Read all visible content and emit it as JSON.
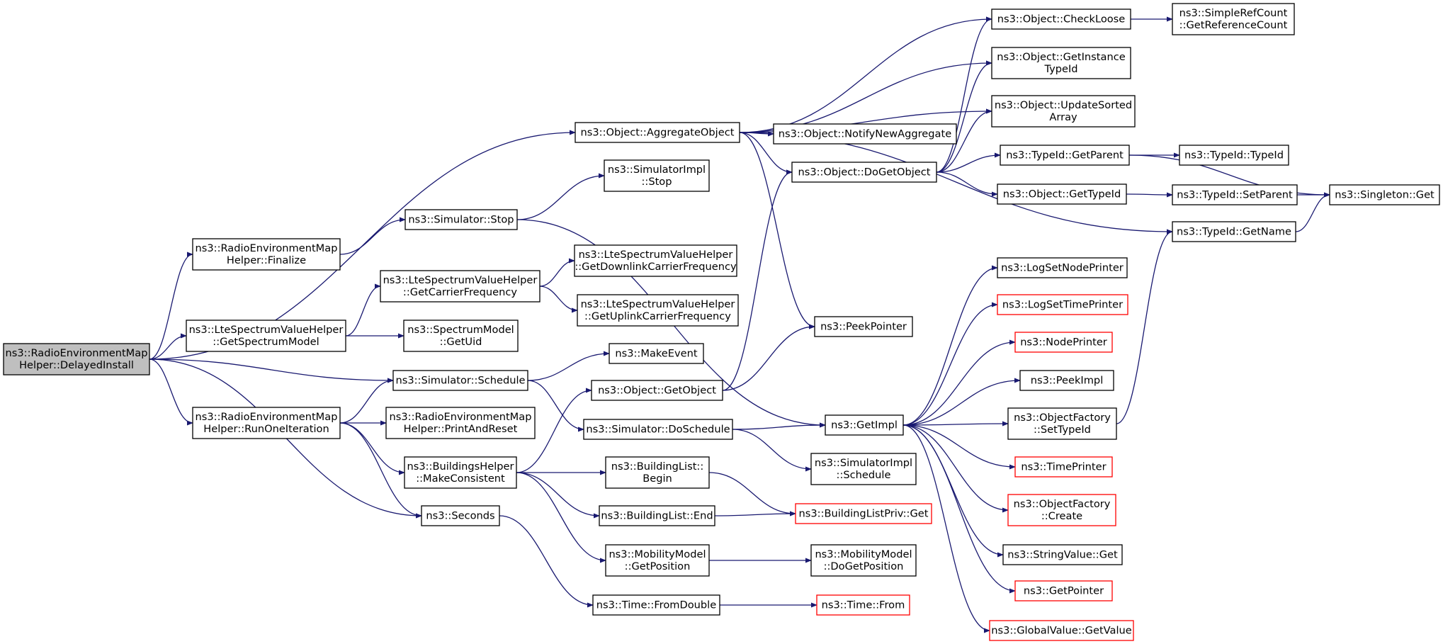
{
  "edge_color": "#191970",
  "node_border_normal": "#000000",
  "node_border_external": "#ff0000",
  "root_fill": "#bfbfbf",
  "nodes": {
    "root": {
      "lines": [
        "ns3::RadioEnvironmentMap",
        "Helper::DelayedInstall"
      ],
      "style": "root"
    },
    "aggregate": {
      "lines": [
        "ns3::Object::AggregateObject"
      ],
      "style": "normal"
    },
    "checkloose": {
      "lines": [
        "ns3::Object::CheckLoose"
      ],
      "style": "normal"
    },
    "getrefcount": {
      "lines": [
        "ns3::SimpleRefCount",
        "::GetReferenceCount"
      ],
      "style": "normal"
    },
    "getinstance": {
      "lines": [
        "ns3::Object::GetInstance",
        "TypeId"
      ],
      "style": "normal"
    },
    "updatesorted": {
      "lines": [
        "ns3::Object::UpdateSorted",
        "Array"
      ],
      "style": "normal"
    },
    "notifynew": {
      "lines": [
        "ns3::Object::NotifyNewAggregate"
      ],
      "style": "normal"
    },
    "dogetobject": {
      "lines": [
        "ns3::Object::DoGetObject"
      ],
      "style": "normal"
    },
    "typeidgetparent": {
      "lines": [
        "ns3::TypeId::GetParent"
      ],
      "style": "normal"
    },
    "typeidtypeid": {
      "lines": [
        "ns3::TypeId::TypeId"
      ],
      "style": "normal"
    },
    "objgettypeid": {
      "lines": [
        "ns3::Object::GetTypeId"
      ],
      "style": "normal"
    },
    "setparent": {
      "lines": [
        "ns3::TypeId::SetParent"
      ],
      "style": "normal"
    },
    "singletonget": {
      "lines": [
        "ns3::Singleton::Get"
      ],
      "style": "normal"
    },
    "getname": {
      "lines": [
        "ns3::TypeId::GetName"
      ],
      "style": "normal"
    },
    "simimplstop": {
      "lines": [
        "ns3::SimulatorImpl",
        "::Stop"
      ],
      "style": "normal"
    },
    "simstop": {
      "lines": [
        "ns3::Simulator::Stop"
      ],
      "style": "normal"
    },
    "finalize": {
      "lines": [
        "ns3::RadioEnvironmentMap",
        "Helper::Finalize"
      ],
      "style": "normal"
    },
    "getcarrier": {
      "lines": [
        "ns3::LteSpectrumValueHelper",
        "::GetCarrierFrequency"
      ],
      "style": "normal"
    },
    "getdownlink": {
      "lines": [
        "ns3::LteSpectrumValueHelper",
        "::GetDownlinkCarrierFrequency"
      ],
      "style": "normal"
    },
    "getuplink": {
      "lines": [
        "ns3::LteSpectrumValueHelper",
        "::GetUplinkCarrierFrequency"
      ],
      "style": "normal"
    },
    "getspectrum": {
      "lines": [
        "ns3::LteSpectrumValueHelper",
        "::GetSpectrumModel"
      ],
      "style": "normal"
    },
    "getuid": {
      "lines": [
        "ns3::SpectrumModel",
        "::GetUid"
      ],
      "style": "normal"
    },
    "peekpointer": {
      "lines": [
        "ns3::PeekPointer"
      ],
      "style": "normal"
    },
    "logsetnode": {
      "lines": [
        "ns3::LogSetNodePrinter"
      ],
      "style": "normal"
    },
    "logsettime": {
      "lines": [
        "ns3::LogSetTimePrinter"
      ],
      "style": "red"
    },
    "nodeprinter": {
      "lines": [
        "ns3::NodePrinter"
      ],
      "style": "red"
    },
    "makeevent": {
      "lines": [
        "ns3::MakeEvent"
      ],
      "style": "normal"
    },
    "schedule": {
      "lines": [
        "ns3::Simulator::Schedule"
      ],
      "style": "normal"
    },
    "getobject": {
      "lines": [
        "ns3::Object::GetObject"
      ],
      "style": "normal"
    },
    "peekimpl": {
      "lines": [
        "ns3::PeekImpl"
      ],
      "style": "normal"
    },
    "runone": {
      "lines": [
        "ns3::RadioEnvironmentMap",
        "Helper::RunOneIteration"
      ],
      "style": "normal"
    },
    "printreset": {
      "lines": [
        "ns3::RadioEnvironmentMap",
        "Helper::PrintAndReset"
      ],
      "style": "normal"
    },
    "doschedule": {
      "lines": [
        "ns3::Simulator::DoSchedule"
      ],
      "style": "normal"
    },
    "getimpl": {
      "lines": [
        "ns3::GetImpl"
      ],
      "style": "normal"
    },
    "settypeid": {
      "lines": [
        "ns3::ObjectFactory",
        "::SetTypeId"
      ],
      "style": "normal"
    },
    "makeconsistent": {
      "lines": [
        "ns3::BuildingsHelper",
        "::MakeConsistent"
      ],
      "style": "normal"
    },
    "buildingbegin": {
      "lines": [
        "ns3::BuildingList::",
        "Begin"
      ],
      "style": "normal"
    },
    "simimplschedule": {
      "lines": [
        "ns3::SimulatorImpl",
        "::Schedule"
      ],
      "style": "normal"
    },
    "timeprinter": {
      "lines": [
        "ns3::TimePrinter"
      ],
      "style": "red"
    },
    "buildingend": {
      "lines": [
        "ns3::BuildingList::End"
      ],
      "style": "normal"
    },
    "buildingprivget": {
      "lines": [
        "ns3::BuildingListPriv::Get"
      ],
      "style": "red"
    },
    "seconds": {
      "lines": [
        "ns3::Seconds"
      ],
      "style": "normal"
    },
    "factorycreate": {
      "lines": [
        "ns3::ObjectFactory",
        "::Create"
      ],
      "style": "red"
    },
    "getposition": {
      "lines": [
        "ns3::MobilityModel",
        "::GetPosition"
      ],
      "style": "normal"
    },
    "dogetposition": {
      "lines": [
        "ns3::MobilityModel",
        "::DoGetPosition"
      ],
      "style": "normal"
    },
    "stringvalueget": {
      "lines": [
        "ns3::StringValue::Get"
      ],
      "style": "normal"
    },
    "getpointer": {
      "lines": [
        "ns3::GetPointer"
      ],
      "style": "red"
    },
    "fromdouble": {
      "lines": [
        "ns3::Time::FromDouble"
      ],
      "style": "normal"
    },
    "timefrom": {
      "lines": [
        "ns3::Time::From"
      ],
      "style": "red"
    },
    "globalvalueget": {
      "lines": [
        "ns3::GlobalValue::GetValue"
      ],
      "style": "red"
    }
  },
  "edges": [
    [
      "root",
      "aggregate"
    ],
    [
      "root",
      "finalize"
    ],
    [
      "root",
      "getspectrum"
    ],
    [
      "root",
      "schedule"
    ],
    [
      "root",
      "runone"
    ],
    [
      "root",
      "seconds"
    ],
    [
      "aggregate",
      "checkloose"
    ],
    [
      "aggregate",
      "getinstance"
    ],
    [
      "aggregate",
      "updatesorted"
    ],
    [
      "aggregate",
      "notifynew"
    ],
    [
      "aggregate",
      "dogetobject"
    ],
    [
      "aggregate",
      "getname"
    ],
    [
      "aggregate",
      "peekpointer"
    ],
    [
      "checkloose",
      "getrefcount"
    ],
    [
      "dogetobject",
      "checkloose"
    ],
    [
      "dogetobject",
      "getinstance"
    ],
    [
      "dogetobject",
      "updatesorted"
    ],
    [
      "dogetobject",
      "typeidgetparent"
    ],
    [
      "dogetobject",
      "objgettypeid"
    ],
    [
      "typeidgetparent",
      "typeidtypeid"
    ],
    [
      "typeidgetparent",
      "singletonget"
    ],
    [
      "objgettypeid",
      "setparent"
    ],
    [
      "setparent",
      "singletonget"
    ],
    [
      "getname",
      "singletonget"
    ],
    [
      "finalize",
      "simstop"
    ],
    [
      "simstop",
      "simimplstop"
    ],
    [
      "simstop",
      "getimpl"
    ],
    [
      "getspectrum",
      "getcarrier"
    ],
    [
      "getspectrum",
      "getuid"
    ],
    [
      "getcarrier",
      "getdownlink"
    ],
    [
      "getcarrier",
      "getuplink"
    ],
    [
      "schedule",
      "makeevent"
    ],
    [
      "schedule",
      "doschedule"
    ],
    [
      "runone",
      "schedule"
    ],
    [
      "runone",
      "printreset"
    ],
    [
      "runone",
      "makeconsistent"
    ],
    [
      "runone",
      "seconds"
    ],
    [
      "getobject",
      "dogetobject"
    ],
    [
      "getobject",
      "peekpointer"
    ],
    [
      "doschedule",
      "getimpl"
    ],
    [
      "doschedule",
      "simimplschedule"
    ],
    [
      "getimpl",
      "logsetnode"
    ],
    [
      "getimpl",
      "logsettime"
    ],
    [
      "getimpl",
      "nodeprinter"
    ],
    [
      "getimpl",
      "peekimpl"
    ],
    [
      "getimpl",
      "settypeid"
    ],
    [
      "getimpl",
      "timeprinter"
    ],
    [
      "getimpl",
      "factorycreate"
    ],
    [
      "getimpl",
      "stringvalueget"
    ],
    [
      "getimpl",
      "getpointer"
    ],
    [
      "getimpl",
      "globalvalueget"
    ],
    [
      "settypeid",
      "getname"
    ],
    [
      "makeconsistent",
      "getobject"
    ],
    [
      "makeconsistent",
      "buildingbegin"
    ],
    [
      "makeconsistent",
      "buildingend"
    ],
    [
      "makeconsistent",
      "getposition"
    ],
    [
      "buildingbegin",
      "buildingprivget"
    ],
    [
      "buildingend",
      "buildingprivget"
    ],
    [
      "getposition",
      "dogetposition"
    ],
    [
      "seconds",
      "fromdouble"
    ],
    [
      "fromdouble",
      "timefrom"
    ]
  ]
}
